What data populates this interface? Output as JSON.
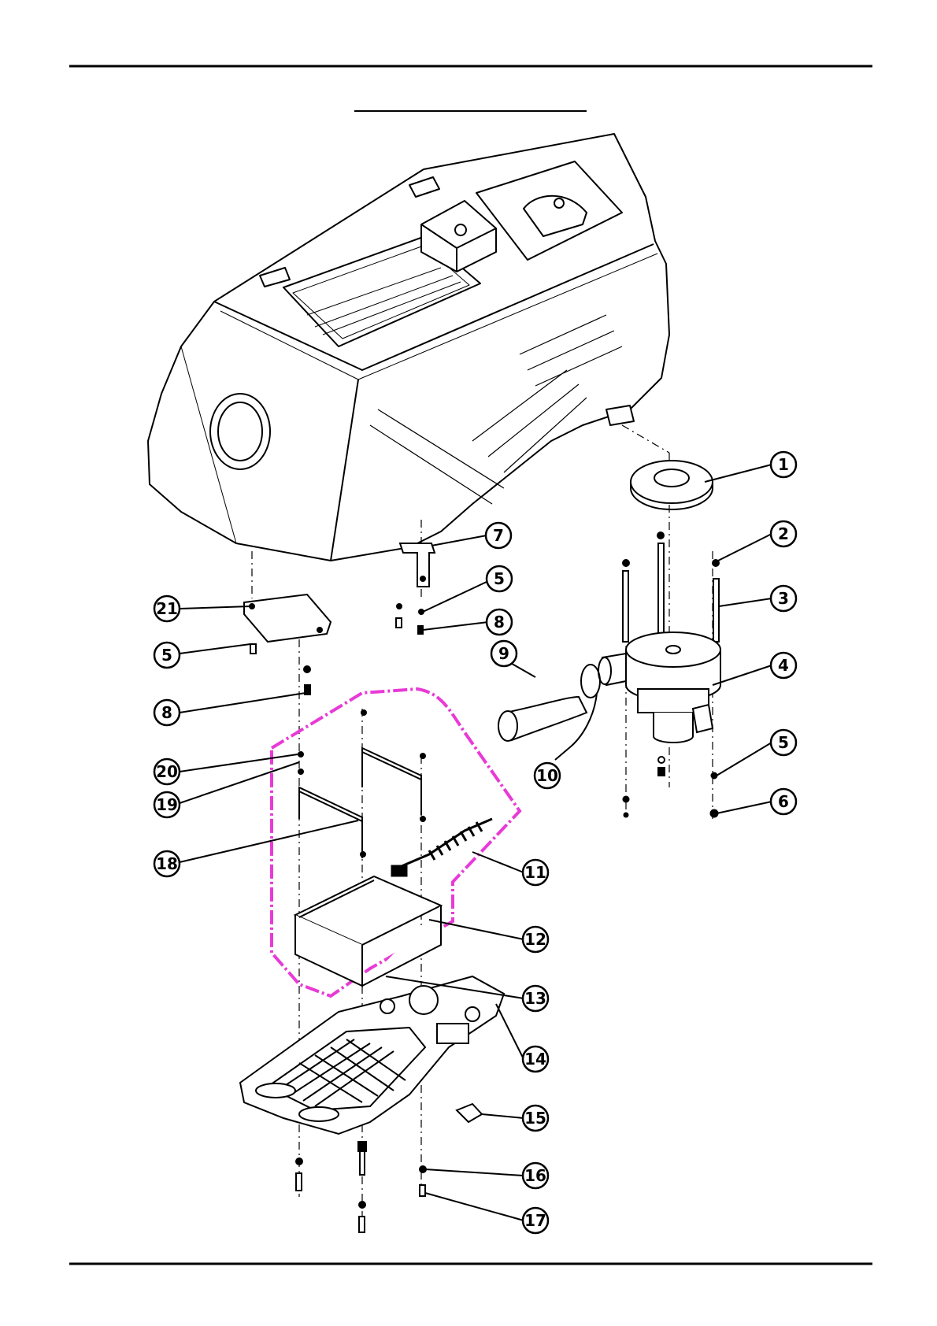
{
  "diagram": {
    "title": "",
    "callouts": [
      {
        "num": "1"
      },
      {
        "num": "2"
      },
      {
        "num": "3"
      },
      {
        "num": "4"
      },
      {
        "num": "5"
      },
      {
        "num": "6"
      },
      {
        "num": "7"
      },
      {
        "num": "5"
      },
      {
        "num": "8"
      },
      {
        "num": "9"
      },
      {
        "num": "10"
      },
      {
        "num": "11"
      },
      {
        "num": "12"
      },
      {
        "num": "13"
      },
      {
        "num": "14"
      },
      {
        "num": "15"
      },
      {
        "num": "16"
      },
      {
        "num": "17"
      },
      {
        "num": "18"
      },
      {
        "num": "19"
      },
      {
        "num": "20"
      },
      {
        "num": "21"
      },
      {
        "num": "5"
      },
      {
        "num": "8"
      },
      {
        "num": "5"
      }
    ],
    "colors": {
      "line": "#000000",
      "highlight": "#e83ad6",
      "fill": "#ffffff"
    }
  }
}
